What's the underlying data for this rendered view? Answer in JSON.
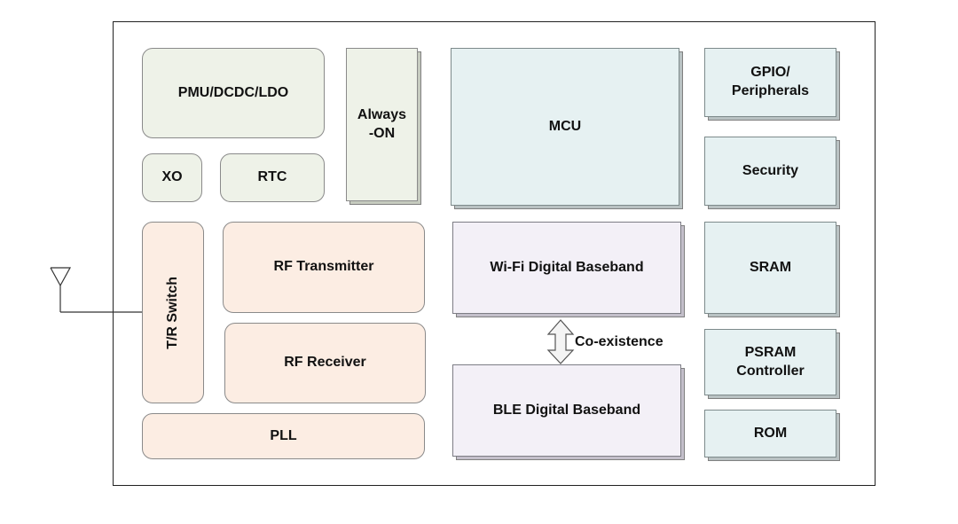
{
  "blocks": {
    "pmu": "PMU/DCDC/LDO",
    "always_on": "Always\n-ON",
    "xo": "XO",
    "rtc": "RTC",
    "tr_switch": "T/R Switch",
    "rf_tx": "RF Transmitter",
    "rf_rx": "RF Receiver",
    "pll": "PLL",
    "mcu": "MCU",
    "wifi_bb": "Wi-Fi Digital Baseband",
    "ble_bb": "BLE Digital Baseband",
    "gpio": "GPIO/\nPeripherals",
    "security": "Security",
    "sram": "SRAM",
    "psram": "PSRAM\nController",
    "rom": "ROM"
  },
  "coexistence_label": "Co-existence",
  "icons": {
    "antenna": "antenna-icon",
    "arrow": "double-arrow-icon"
  },
  "colors": {
    "power_domain": "#eef2e8",
    "rf_domain": "#fcede3",
    "digital_domain": "#e6f1f2",
    "baseband_domain": "#f3f0f7",
    "border": "#222222"
  }
}
